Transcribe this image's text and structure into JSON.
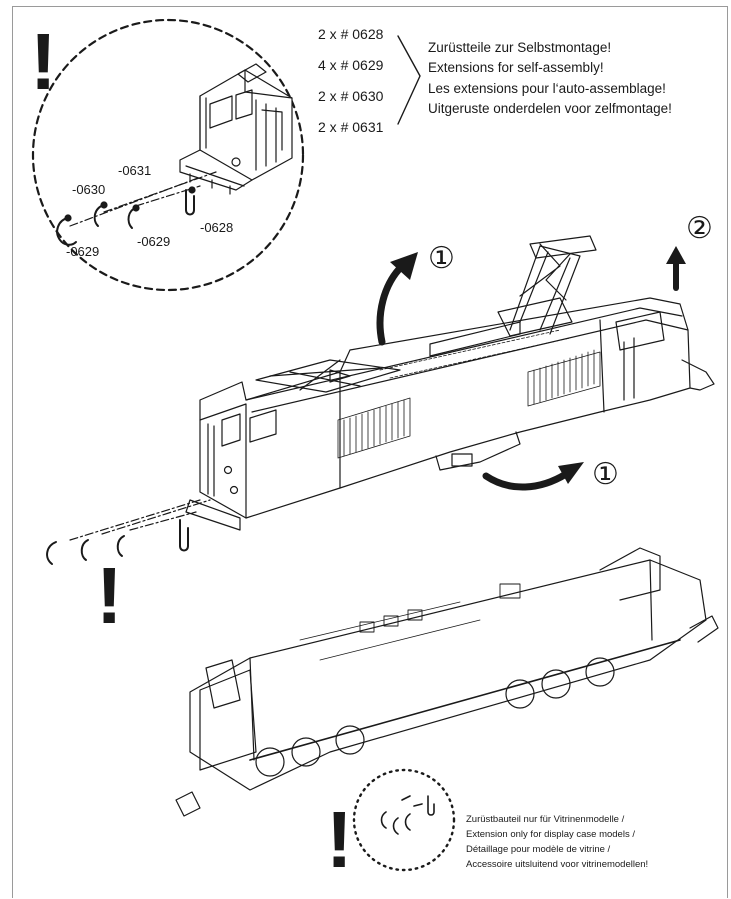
{
  "parts_list": {
    "items": [
      "2 x # 0628",
      "4 x # 0629",
      "2 x # 0630",
      "2 x # 0631"
    ],
    "description_lines": [
      "Zurüstteile zur Selbstmontage!",
      "Extensions for self-assembly!",
      "Les extensions pour l‘auto-assemblage!",
      "Uitgeruste onderdelen voor zelfmontage!"
    ]
  },
  "detail_callout": {
    "part_labels": [
      "-0631",
      "-0630",
      "-0629",
      "-0629",
      "-0628"
    ]
  },
  "steps": {
    "step1": "①",
    "step2": "②"
  },
  "warnings": {
    "mark": "!"
  },
  "display_note": {
    "lines": [
      "Zurüstbauteil nur für Vitrinenmodelle /",
      "Extension only for display case models /",
      "Détaillage pour modèle de vitrine  /",
      "Accessoire uitsluitend voor vitrinemodellen!"
    ]
  }
}
